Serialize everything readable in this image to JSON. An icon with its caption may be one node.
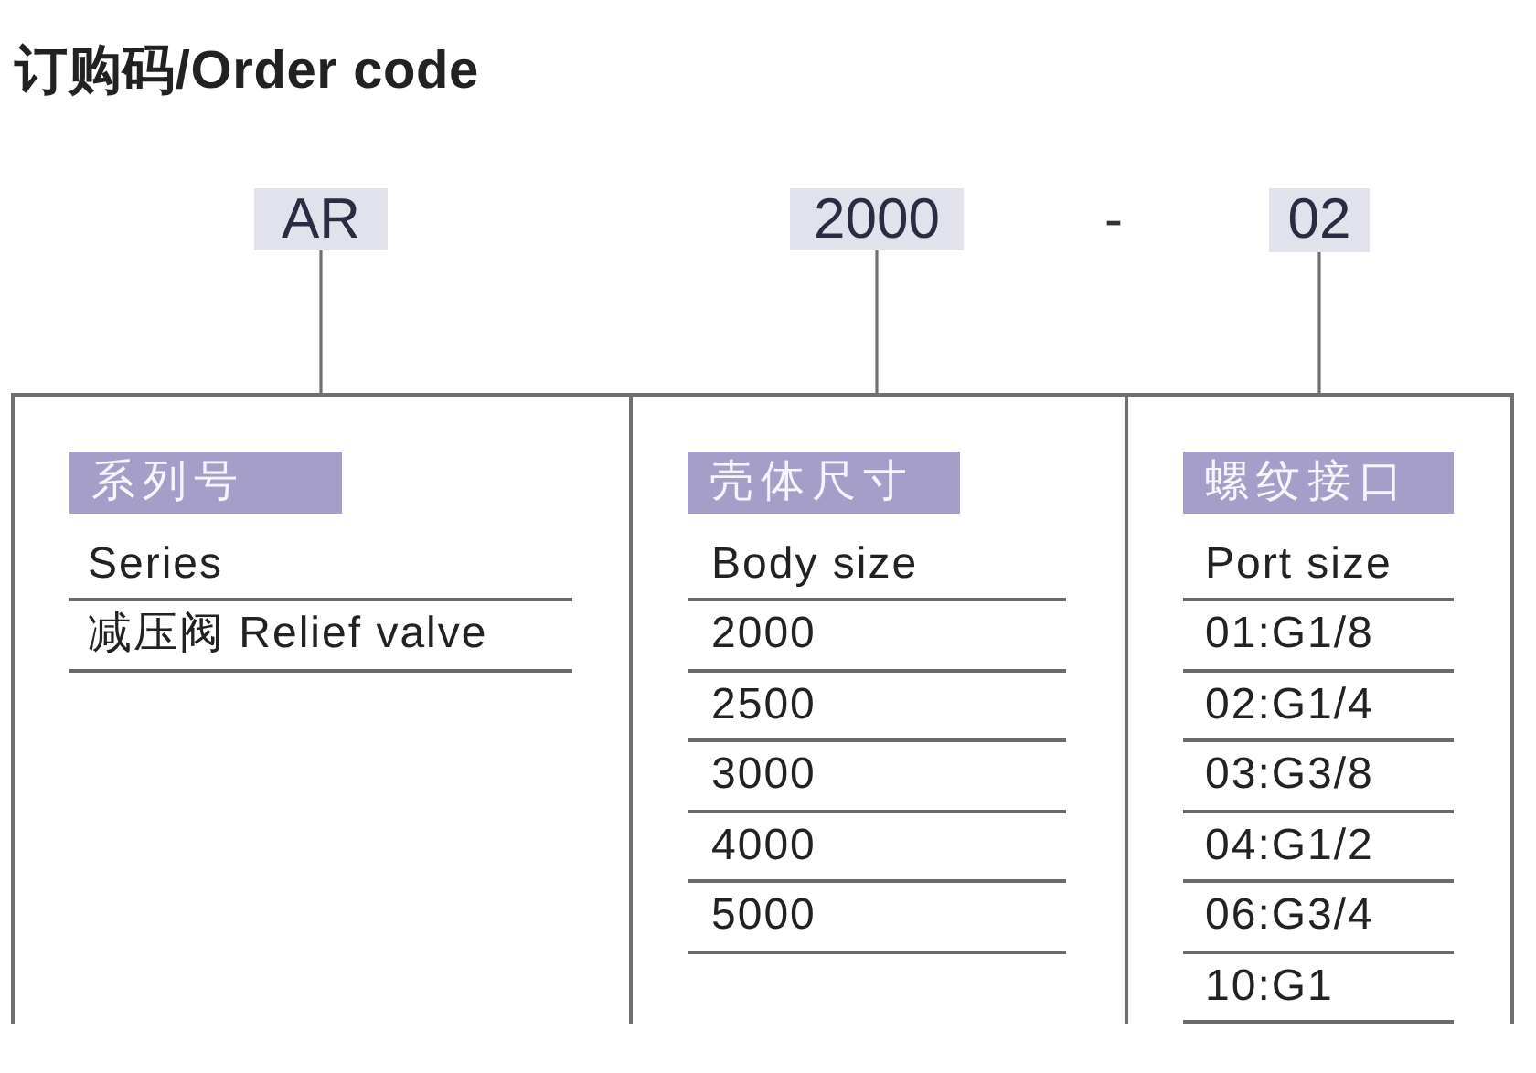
{
  "diagram": {
    "title": "订购码/Order code",
    "nodes": [
      {
        "text": [
          "AR"
        ]
      },
      {
        "text": [
          "2000"
        ]
      },
      {
        "text": [
          "02"
        ]
      },
      {
        "text": [
          "Series",
          "减压阀 Relief valve"
        ]
      },
      {
        "text": [
          "系列号"
        ],
        "in": 3
      },
      {
        "text": [
          "Body size",
          "2000",
          "2500",
          "3000",
          "4000",
          "5000"
        ]
      },
      {
        "text": [
          "壳体尺寸"
        ],
        "in": 5
      },
      {
        "text": [
          "Port size",
          "01:G1/8",
          "02:G1/4",
          "03:G3/8",
          "04:G1/2",
          "06:G3/4",
          "10:G1"
        ]
      },
      {
        "text": [
          "螺纹接口"
        ],
        "in": 7
      }
    ],
    "edges": [
      {
        "from": 0,
        "to": 3,
        "arrow": "none"
      },
      {
        "from": 1,
        "to": 5,
        "arrow": "none"
      },
      {
        "from": 2,
        "to": 7,
        "arrow": "none"
      }
    ],
    "labels": [
      "-"
    ]
  }
}
